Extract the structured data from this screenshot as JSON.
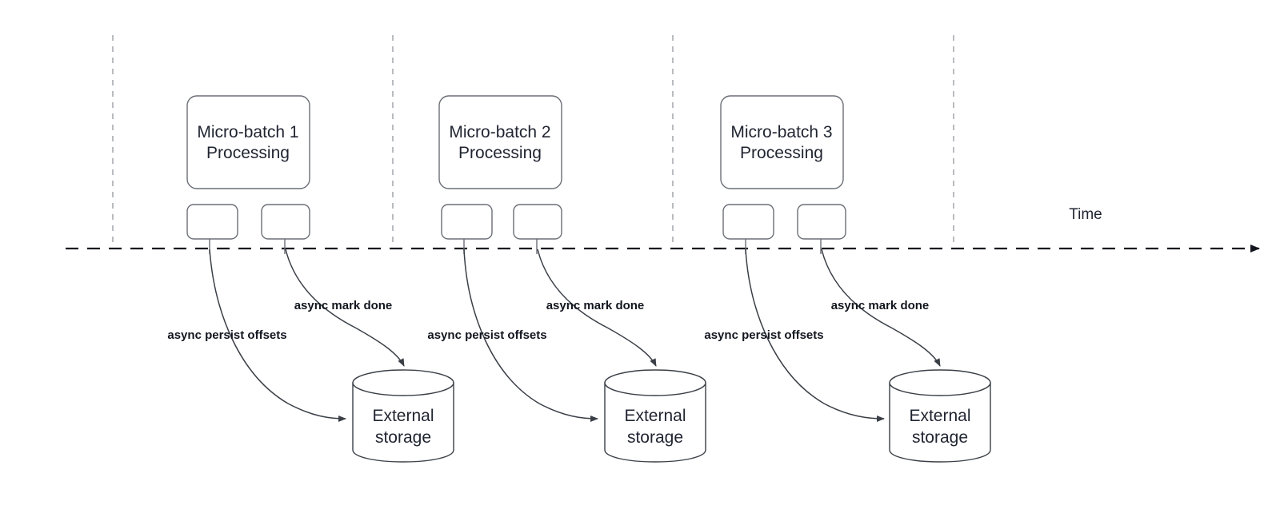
{
  "diagram": {
    "title_axis": "Time",
    "colors": {
      "background": "#ffffff",
      "node_stroke": "#6b6f76",
      "cylinder_stroke": "#3a3f47",
      "text": "#1f2430",
      "label_text": "#12161f",
      "timeline": "#12161f",
      "tick_dashed": "#9aa0a6"
    },
    "batches": [
      {
        "id": "micro-batch-1",
        "title_line1": "Micro-batch 1",
        "title_line2": "Processing",
        "persist_label": "async persist offsets",
        "mark_done_label": "async mark done",
        "storage_line1": "External",
        "storage_line2": "storage"
      },
      {
        "id": "micro-batch-2",
        "title_line1": "Micro-batch 2",
        "title_line2": "Processing",
        "persist_label": "async persist offsets",
        "mark_done_label": "async mark done",
        "storage_line1": "External",
        "storage_line2": "storage"
      },
      {
        "id": "micro-batch-3",
        "title_line1": "Micro-batch 3",
        "title_line2": "Processing",
        "persist_label": "async persist offsets",
        "mark_done_label": "async mark done",
        "storage_line1": "External",
        "storage_line2": "storage"
      }
    ]
  }
}
